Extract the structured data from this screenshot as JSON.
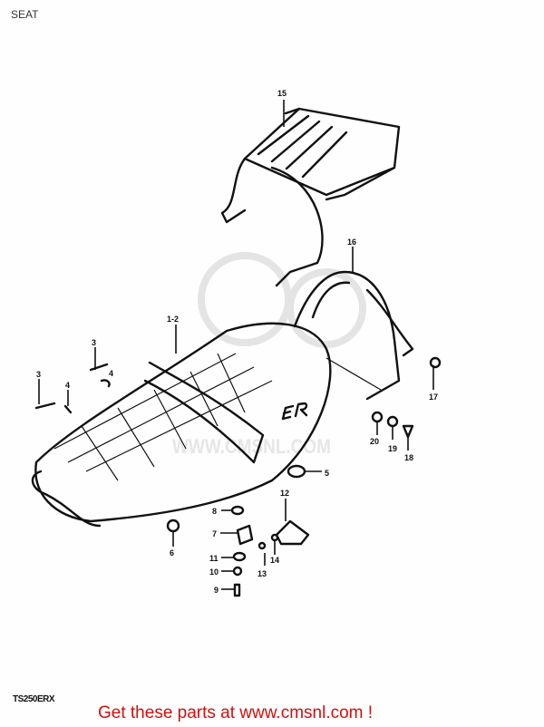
{
  "title": "SEAT",
  "model_code": "TS250ERX",
  "promo_text": "Get these parts at www.cmsnl.com !",
  "promo_color": "#d01010",
  "watermark": "WWW.CMSNL.COM",
  "callouts": {
    "c15": "15",
    "c16": "16",
    "c1_2": "1-2",
    "c3a": "3",
    "c3b": "3",
    "c4a": "4",
    "c4b": "4",
    "c17": "17",
    "c20": "20",
    "c19": "19",
    "c18": "18",
    "c5": "5",
    "c12": "12",
    "c8": "8",
    "c7": "7",
    "c6": "6",
    "c11": "11",
    "c14": "14",
    "c10": "10",
    "c13": "13",
    "c9": "9"
  }
}
